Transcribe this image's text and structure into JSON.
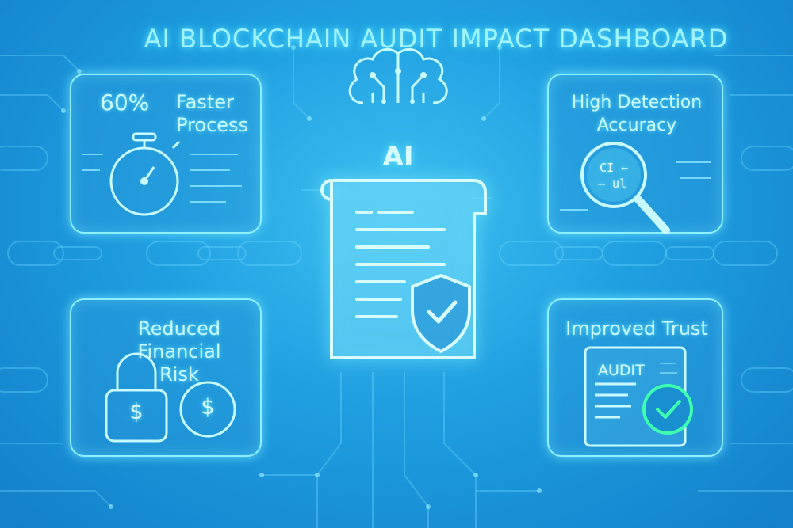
{
  "title": "AI BLOCKCHAIN AUDIT IMPACT DASHBOARD",
  "cards": {
    "faster": {
      "stat": "60%",
      "label": "Faster\nProcess",
      "icon": "stopwatch-icon"
    },
    "detection": {
      "label": "High Detection\nAccuracy",
      "icon": "magnifier-code-icon",
      "code_line": "CI ←",
      "code_line2": "— ul"
    },
    "risk": {
      "label": "Reduced Financial\nRisk",
      "icon": "lock-dollar-icon",
      "symbol": "$"
    },
    "trust": {
      "label": "Improved Trust",
      "icon": "audit-document-check-icon",
      "doc_label": "AUDIT"
    }
  },
  "center": {
    "ai_label": "AI",
    "icons": [
      "ai-brain-icon",
      "document-shield-check-icon"
    ]
  },
  "colors": {
    "background": "#1f9ee0",
    "glow": "#8ef0ff",
    "text": "#c8fbff",
    "check": "#3dffb0"
  }
}
